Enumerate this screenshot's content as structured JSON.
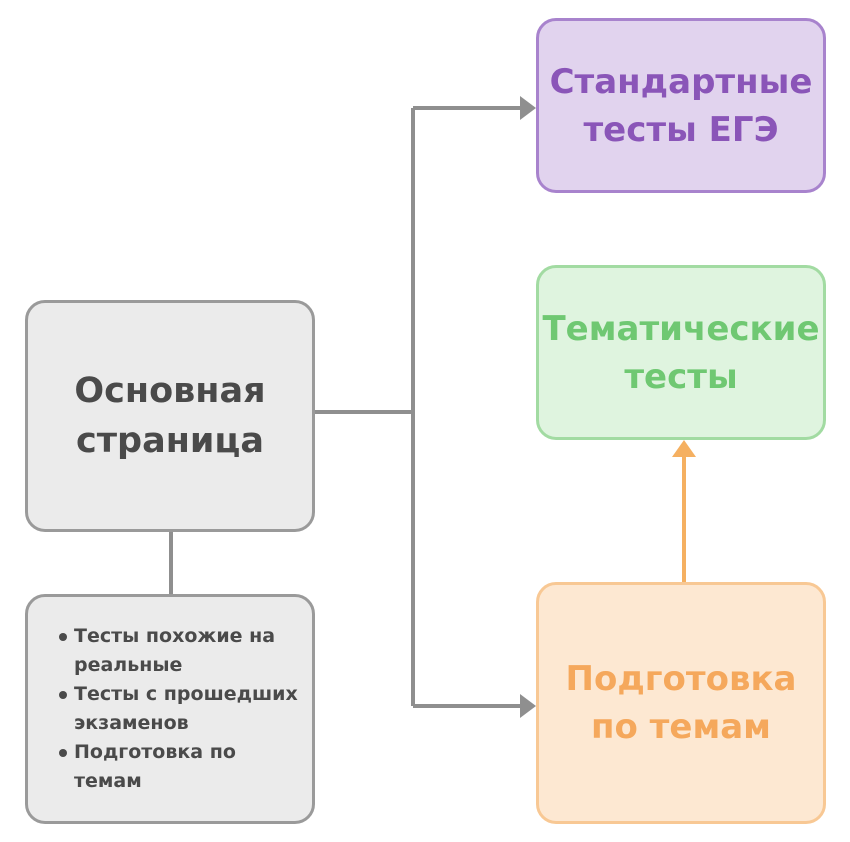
{
  "nodes": {
    "main": {
      "line1": "Основная",
      "line2": "страница"
    },
    "standard": {
      "line1": "Стандартные",
      "line2": "тесты ЕГЭ"
    },
    "thematic": {
      "line1": "Тематические",
      "line2": "тесты"
    },
    "prep": {
      "line1": "Подготовка",
      "line2": "по темам"
    }
  },
  "notes": {
    "items": [
      "Тесты похожие на реальные",
      "Тесты с прошедших экзаменов",
      "Подготовка по темам"
    ]
  },
  "colors": {
    "gray_line": "#8f8f8f",
    "orange_arrow": "#f5b061",
    "standard_accent": "#8a55b8",
    "thematic_accent": "#6fc872",
    "prep_accent": "#f5a85c"
  }
}
